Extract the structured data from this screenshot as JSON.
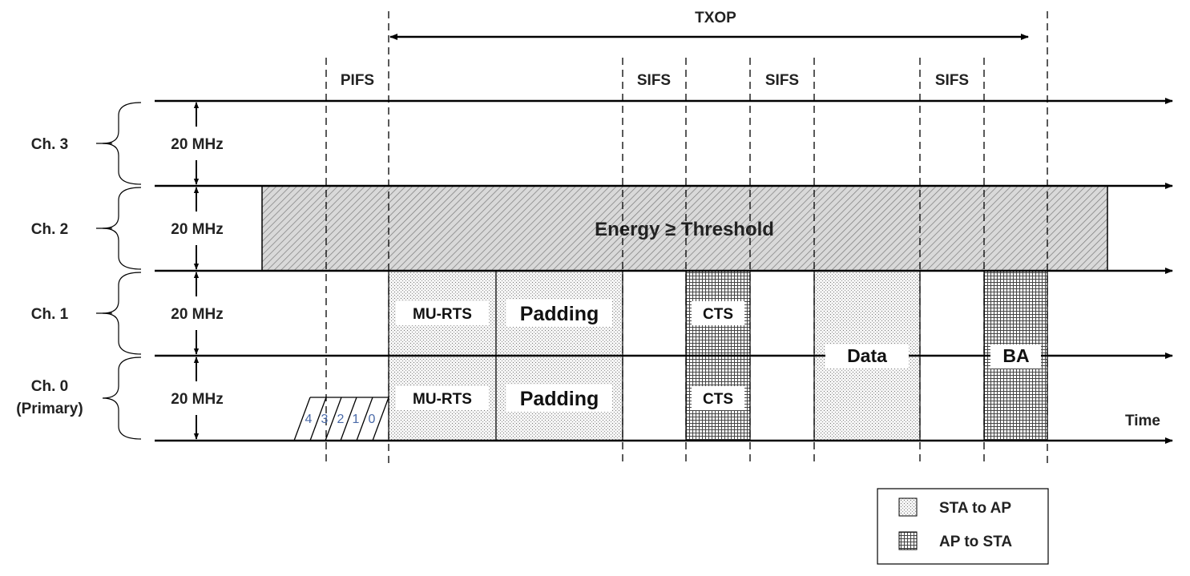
{
  "top_label": "TXOP",
  "intervals": {
    "pifs": "PIFS",
    "sifs": "SIFS"
  },
  "channels": [
    {
      "name": "Ch. 3",
      "sub": "",
      "bandwidth": "20 MHz"
    },
    {
      "name": "Ch. 2",
      "sub": "",
      "bandwidth": "20 MHz"
    },
    {
      "name": "Ch. 1",
      "sub": "",
      "bandwidth": "20 MHz"
    },
    {
      "name": "Ch. 0",
      "sub": "(Primary)",
      "bandwidth": "20 MHz"
    }
  ],
  "busy_label": "Energy ≥ Threshold",
  "frames": {
    "murts": "MU-RTS",
    "padding": "Padding",
    "cts": "CTS",
    "data": "Data",
    "ba": "BA"
  },
  "backoff": [
    "4",
    "3",
    "2",
    "1",
    "0"
  ],
  "time_label": "Time",
  "legend": {
    "sta_to_ap": "STA to AP",
    "ap_to_sta": "AP to STA"
  },
  "colors": {
    "line": "#000000",
    "backoff_text": "#4a6aa8",
    "frame_fill": "#f3f3f3",
    "busy_fill": "#d0d0d0"
  }
}
